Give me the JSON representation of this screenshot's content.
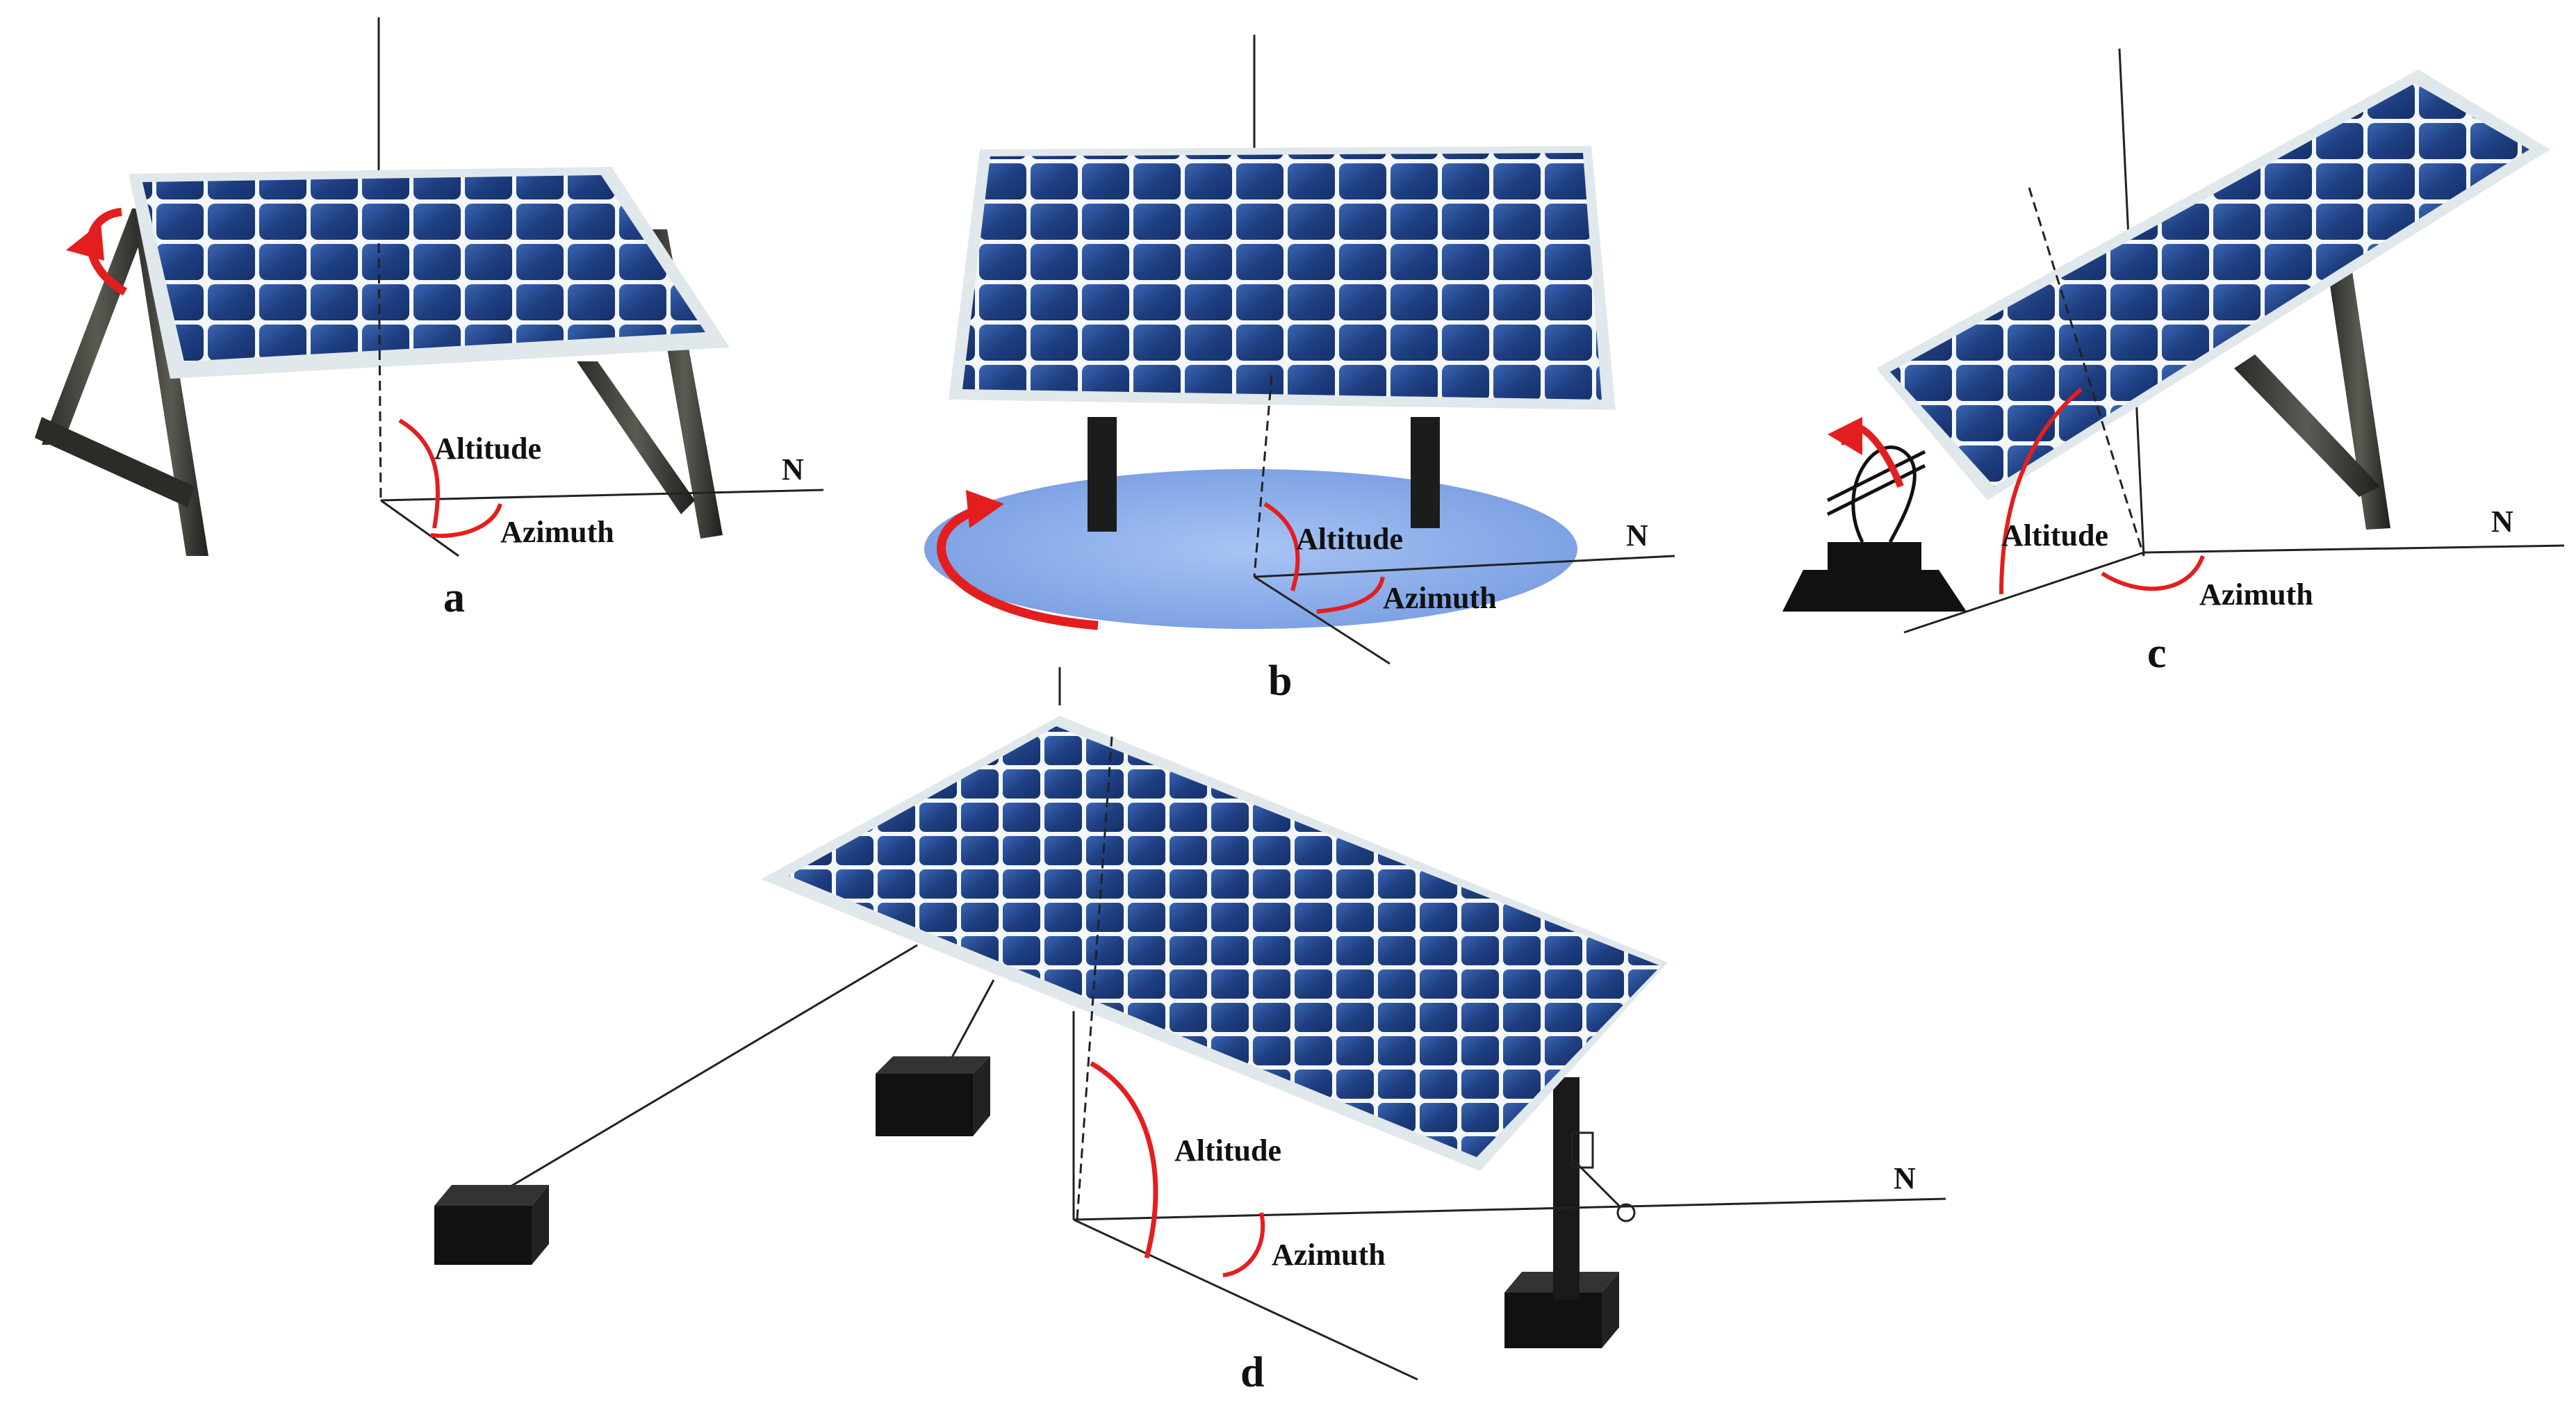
{
  "panels": [
    {
      "id": "a",
      "label": "a",
      "altitude_label": "Altitude",
      "azimuth_label": "Azimuth",
      "north_label": "N"
    },
    {
      "id": "b",
      "label": "b",
      "altitude_label": "Altitude",
      "azimuth_label": "Azimuth",
      "north_label": "N"
    },
    {
      "id": "c",
      "label": "c",
      "altitude_label": "Altitude",
      "azimuth_label": "Azimuth",
      "north_label": "N"
    },
    {
      "id": "d",
      "label": "d",
      "altitude_label": "Altitude",
      "azimuth_label": "Azimuth",
      "north_label": "N"
    }
  ],
  "colors": {
    "cell": "#1e3d7a",
    "frame": "#dde6ea",
    "arrow": "#e41e1e",
    "structure": "#1a1a1a",
    "ground_disc": "#8fb3ee"
  }
}
